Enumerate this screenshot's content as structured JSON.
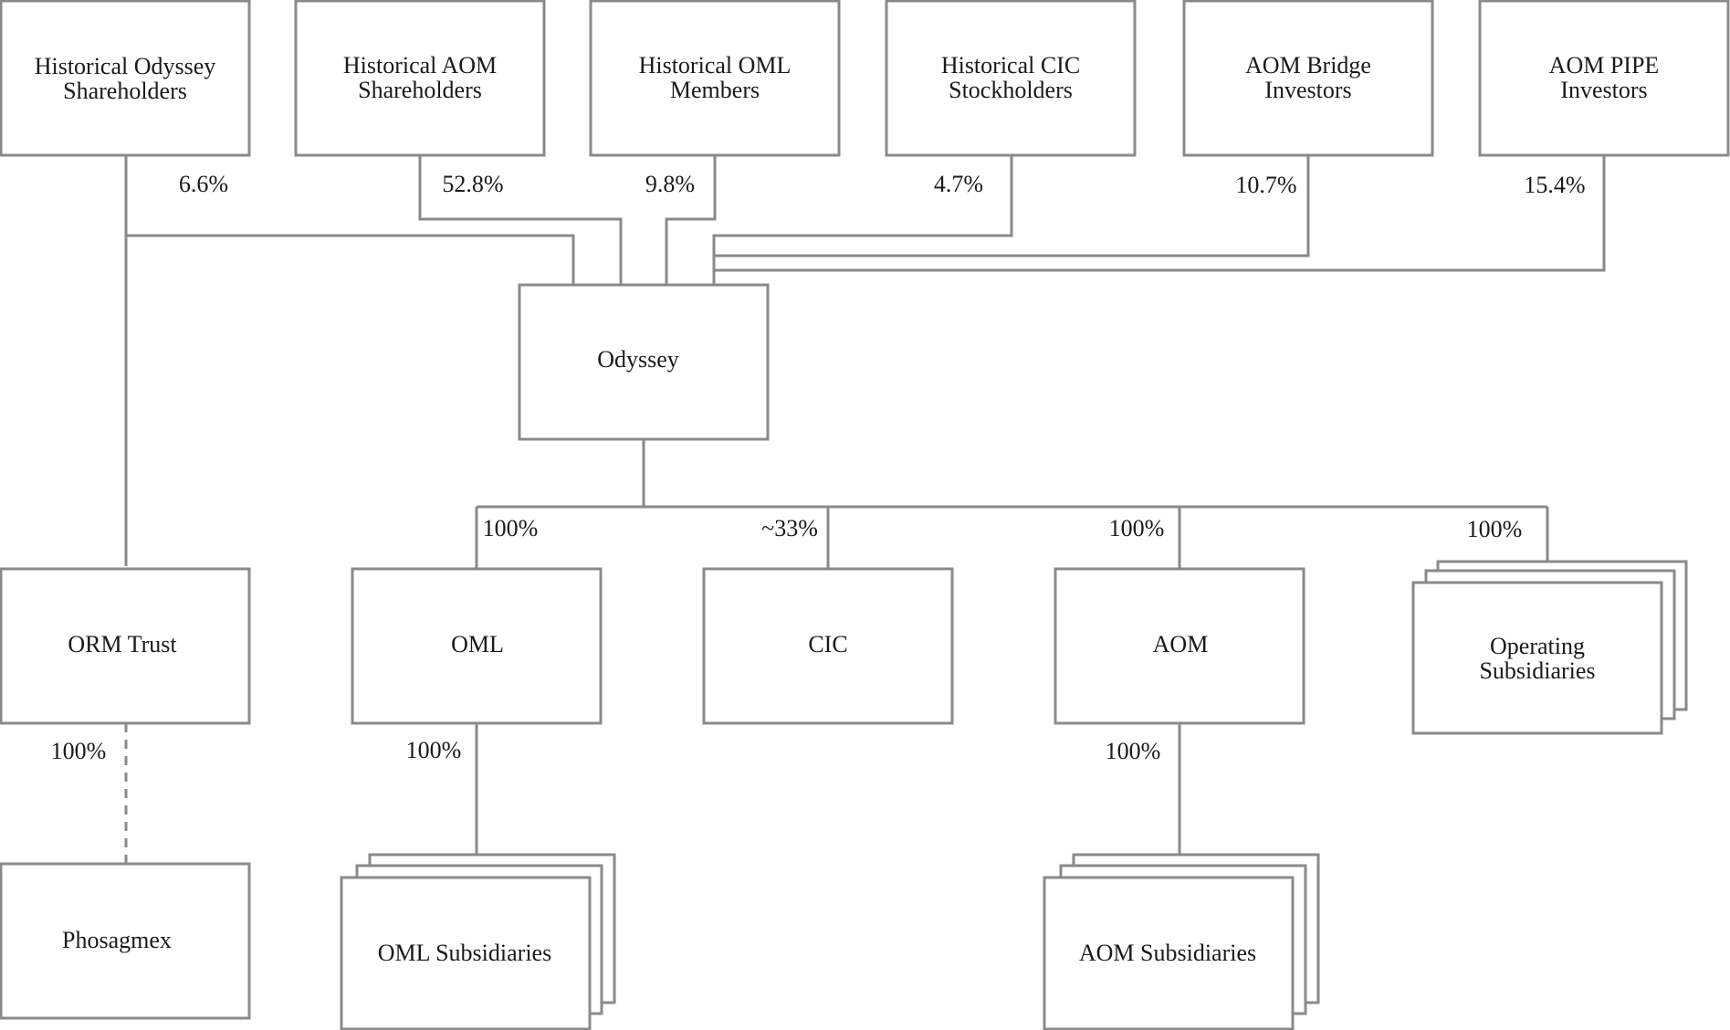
{
  "diagram": {
    "top_row": [
      {
        "id": "odyssey_holders",
        "lines": [
          "Historical Odyssey",
          "Shareholders"
        ],
        "percent": "6.6%"
      },
      {
        "id": "aom_holders",
        "lines": [
          "Historical AOM",
          "Shareholders"
        ],
        "percent": "52.8%"
      },
      {
        "id": "oml_members",
        "lines": [
          "Historical OML",
          "Members"
        ],
        "percent": "9.8%"
      },
      {
        "id": "cic_holders",
        "lines": [
          "Historical CIC",
          "Stockholders"
        ],
        "percent": "4.7%"
      },
      {
        "id": "bridge",
        "lines": [
          "AOM Bridge",
          "Investors"
        ],
        "percent": "10.7%"
      },
      {
        "id": "pipe",
        "lines": [
          "AOM PIPE",
          "Investors"
        ],
        "percent": "15.4%"
      }
    ],
    "parent": {
      "label": "Odyssey"
    },
    "middle_row": [
      {
        "id": "orm_trust",
        "label": "ORM Trust"
      },
      {
        "id": "oml",
        "label": "OML",
        "percent": "100%"
      },
      {
        "id": "cic",
        "label": "CIC",
        "percent": "~33%"
      },
      {
        "id": "aom",
        "label": "AOM",
        "percent": "100%"
      },
      {
        "id": "operating",
        "lines": [
          "Operating",
          "Subsidiaries"
        ],
        "percent": "100%"
      }
    ],
    "bottom_row": [
      {
        "id": "phosagmex",
        "label": "Phosagmex",
        "percent": "100%"
      },
      {
        "id": "oml_subs",
        "label": "OML Subsidiaries",
        "percent": "100%"
      },
      {
        "id": "aom_subs",
        "label": "AOM Subsidiaries",
        "percent": "100%"
      }
    ]
  }
}
